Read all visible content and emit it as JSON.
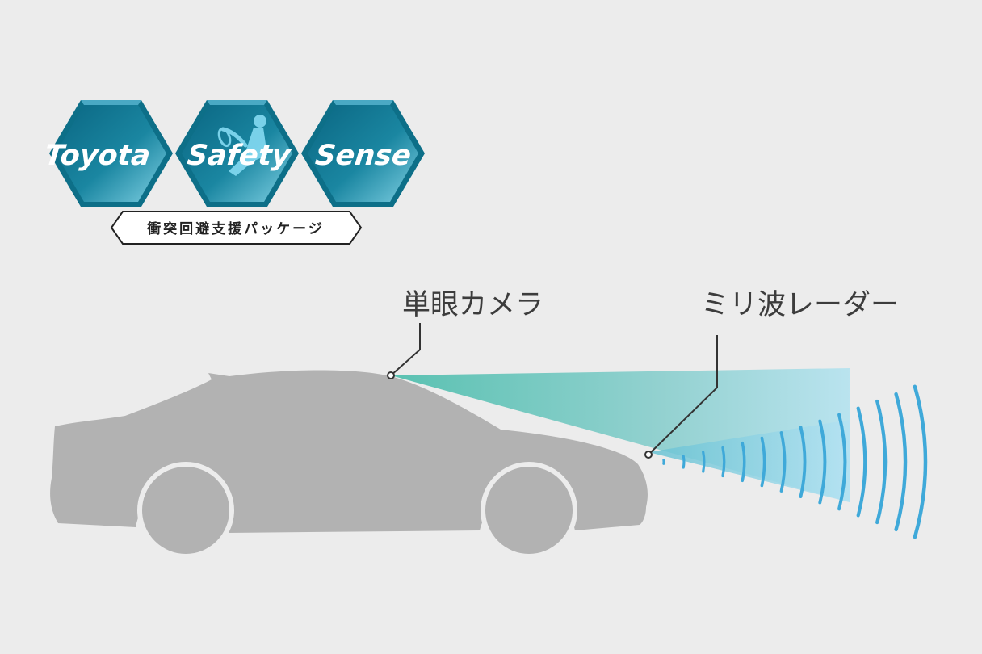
{
  "logo": {
    "words": [
      "Toyota",
      "Safety",
      "Sense"
    ],
    "subtitle": "衝突回避支援パッケージ"
  },
  "labels": {
    "camera": "単眼カメラ",
    "radar": "ミリ波レーダー"
  },
  "colors": {
    "background": "#ececec",
    "car": "#b2b2b2",
    "hex_dark": "#0d6f88",
    "hex_light": "#64c2d9",
    "camera_beam": "#5cc3b6",
    "radar_beam": "#a7dcec",
    "radar_waves": "#3fa9d9",
    "leader_line": "#333333"
  },
  "icons": {
    "logo_figure": "driver-figure-icon",
    "camera_point": "sensor-dot-icon",
    "radar_point": "sensor-dot-icon"
  }
}
